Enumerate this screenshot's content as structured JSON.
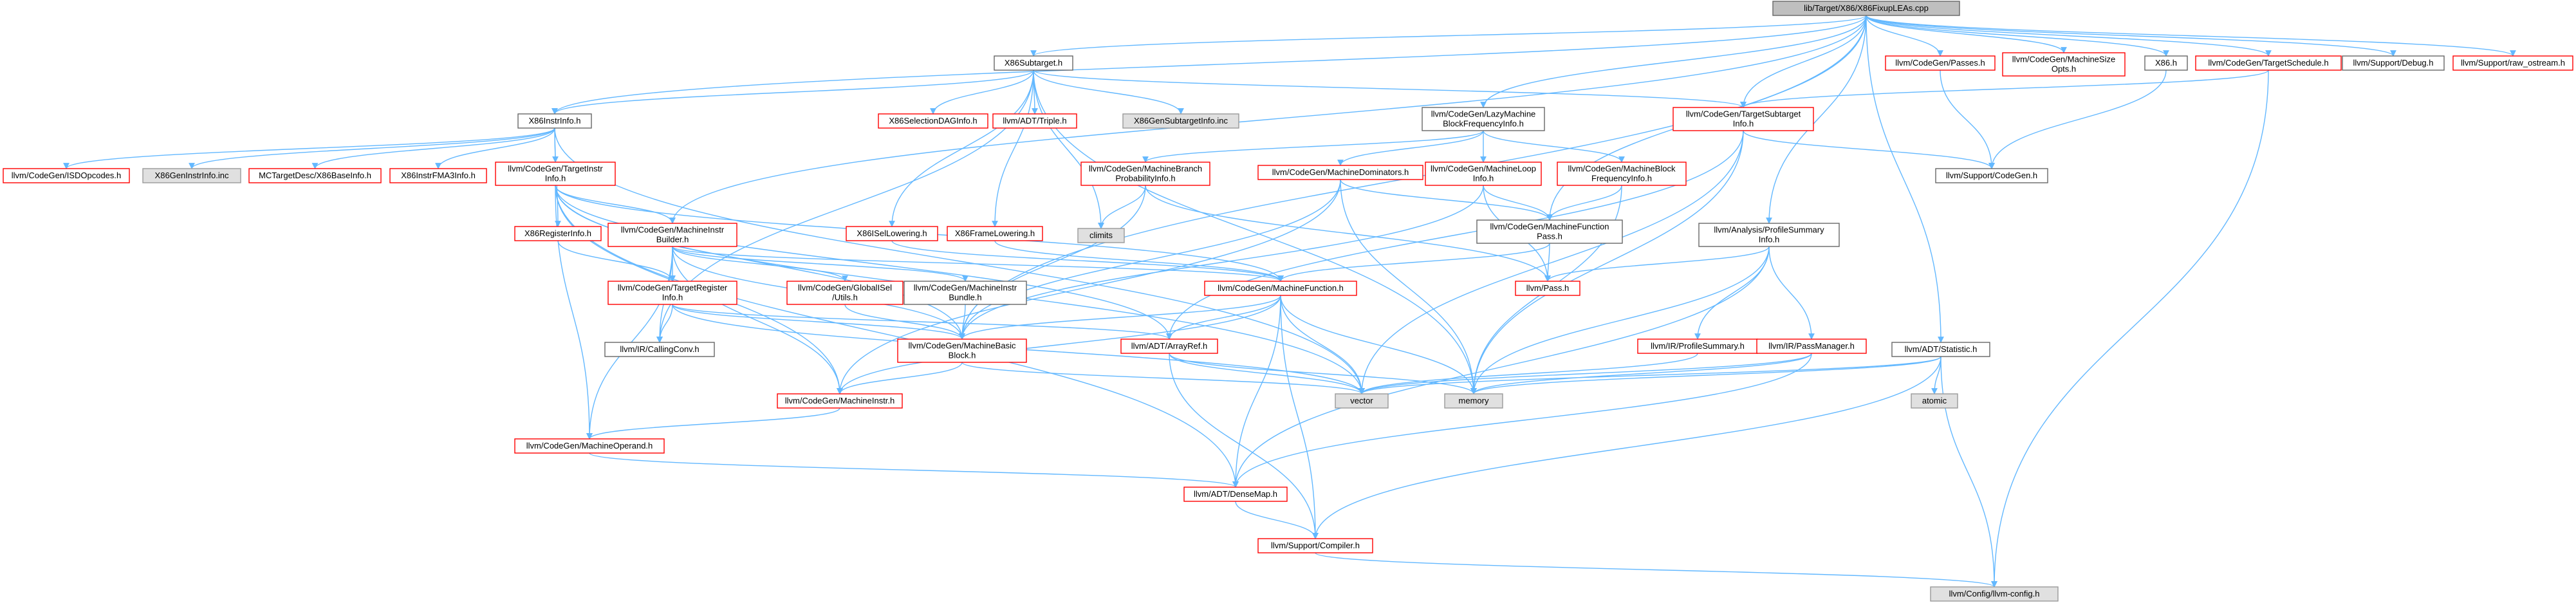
{
  "graph": {
    "colors": {
      "root_fill": "#bfbfbf",
      "root_stroke": "#666666",
      "red_stroke": "#ff0000",
      "black_stroke": "#666666",
      "grey_fill": "#e0e0e0",
      "grey_stroke": "#999999",
      "edge": "#63b8ff"
    },
    "nodes": [
      {
        "id": "root",
        "lines": [
          "lib/Target/X86/X86FixupLEAs.cpp"
        ],
        "style": "root"
      },
      {
        "id": "x86subtarget",
        "lines": [
          "X86Subtarget.h"
        ],
        "style": "black"
      },
      {
        "id": "x86instrinfo",
        "lines": [
          "X86InstrInfo.h"
        ],
        "style": "black"
      },
      {
        "id": "isdopcodes",
        "lines": [
          "llvm/CodeGen/ISDOpcodes.h"
        ],
        "style": "red"
      },
      {
        "id": "x86geninstrinfo",
        "lines": [
          "X86GenInstrInfo.inc"
        ],
        "style": "grey"
      },
      {
        "id": "mcx86baseinfo",
        "lines": [
          "MCTargetDesc/X86BaseInfo.h"
        ],
        "style": "red"
      },
      {
        "id": "x86instrfma3",
        "lines": [
          "X86InstrFMA3Info.h"
        ],
        "style": "red"
      },
      {
        "id": "targetinstrinfo",
        "lines": [
          "llvm/CodeGen/TargetInstr",
          "Info.h"
        ],
        "style": "red"
      },
      {
        "id": "x86registerinfo",
        "lines": [
          "X86RegisterInfo.h"
        ],
        "style": "red"
      },
      {
        "id": "machineinstrbuilder",
        "lines": [
          "llvm/CodeGen/MachineInstr",
          "Builder.h"
        ],
        "style": "red"
      },
      {
        "id": "targetregisterinfo",
        "lines": [
          "llvm/CodeGen/TargetRegister",
          "Info.h"
        ],
        "style": "red"
      },
      {
        "id": "globalisel",
        "lines": [
          "llvm/CodeGen/GlobalISel",
          "/Utils.h"
        ],
        "style": "red"
      },
      {
        "id": "mibundle",
        "lines": [
          "llvm/CodeGen/MachineInstr",
          "Bundle.h"
        ],
        "style": "black"
      },
      {
        "id": "callingconv",
        "lines": [
          "llvm/IR/CallingConv.h"
        ],
        "style": "black"
      },
      {
        "id": "mbb",
        "lines": [
          "llvm/CodeGen/MachineBasic",
          "Block.h"
        ],
        "style": "red"
      },
      {
        "id": "machineinstr",
        "lines": [
          "llvm/CodeGen/MachineInstr.h"
        ],
        "style": "red"
      },
      {
        "id": "machineoperand",
        "lines": [
          "llvm/CodeGen/MachineOperand.h"
        ],
        "style": "red"
      },
      {
        "id": "x86selectiondag",
        "lines": [
          "X86SelectionDAGInfo.h"
        ],
        "style": "red"
      },
      {
        "id": "triple",
        "lines": [
          "llvm/ADT/Triple.h"
        ],
        "style": "red"
      },
      {
        "id": "x86gensubtarget",
        "lines": [
          "X86GenSubtargetInfo.inc"
        ],
        "style": "grey"
      },
      {
        "id": "climits",
        "lines": [
          "climits"
        ],
        "style": "grey"
      },
      {
        "id": "x86isellowering",
        "lines": [
          "X86ISelLowering.h"
        ],
        "style": "red"
      },
      {
        "id": "x86framelowering",
        "lines": [
          "X86FrameLowering.h"
        ],
        "style": "red"
      },
      {
        "id": "mbpi",
        "lines": [
          "llvm/CodeGen/MachineBranch",
          "ProbabilityInfo.h"
        ],
        "style": "red"
      },
      {
        "id": "lazymbfi",
        "lines": [
          "llvm/CodeGen/LazyMachine",
          "BlockFrequencyInfo.h"
        ],
        "style": "black"
      },
      {
        "id": "machinedominators",
        "lines": [
          "llvm/CodeGen/MachineDominators.h"
        ],
        "style": "red"
      },
      {
        "id": "machineloopinfo",
        "lines": [
          "llvm/CodeGen/MachineLoop",
          "Info.h"
        ],
        "style": "red"
      },
      {
        "id": "mbfi",
        "lines": [
          "llvm/CodeGen/MachineBlock",
          "FrequencyInfo.h"
        ],
        "style": "red"
      },
      {
        "id": "mfpass",
        "lines": [
          "llvm/CodeGen/MachineFunction",
          "Pass.h"
        ],
        "style": "black"
      },
      {
        "id": "machinefunction",
        "lines": [
          "llvm/CodeGen/MachineFunction.h"
        ],
        "style": "red"
      },
      {
        "id": "arrayref",
        "lines": [
          "llvm/ADT/ArrayRef.h"
        ],
        "style": "red"
      },
      {
        "id": "vector",
        "lines": [
          "vector"
        ],
        "style": "grey"
      },
      {
        "id": "memory",
        "lines": [
          "memory"
        ],
        "style": "grey"
      },
      {
        "id": "densemap",
        "lines": [
          "llvm/ADT/DenseMap.h"
        ],
        "style": "red"
      },
      {
        "id": "compiler",
        "lines": [
          "llvm/Support/Compiler.h"
        ],
        "style": "red"
      },
      {
        "id": "llvmconfig",
        "lines": [
          "llvm/Config/llvm-config.h"
        ],
        "style": "grey"
      },
      {
        "id": "targetsubtarget",
        "lines": [
          "llvm/CodeGen/TargetSubtarget",
          "Info.h"
        ],
        "style": "red"
      },
      {
        "id": "pass",
        "lines": [
          "llvm/Pass.h"
        ],
        "style": "red"
      },
      {
        "id": "profilesummaryinfo",
        "lines": [
          "llvm/Analysis/ProfileSummary",
          "Info.h"
        ],
        "style": "black"
      },
      {
        "id": "irprofilesummary",
        "lines": [
          "llvm/IR/ProfileSummary.h"
        ],
        "style": "red"
      },
      {
        "id": "passmanager",
        "lines": [
          "llvm/IR/PassManager.h"
        ],
        "style": "red"
      },
      {
        "id": "codegenpasses",
        "lines": [
          "llvm/CodeGen/Passes.h"
        ],
        "style": "red"
      },
      {
        "id": "machinesizeopts",
        "lines": [
          "llvm/CodeGen/MachineSize",
          "Opts.h"
        ],
        "style": "red"
      },
      {
        "id": "x86h",
        "lines": [
          "X86.h"
        ],
        "style": "black"
      },
      {
        "id": "supportcodegen",
        "lines": [
          "llvm/Support/CodeGen.h"
        ],
        "style": "black"
      },
      {
        "id": "targetschedule",
        "lines": [
          "llvm/CodeGen/TargetSchedule.h"
        ],
        "style": "red"
      },
      {
        "id": "debug",
        "lines": [
          "llvm/Support/Debug.h"
        ],
        "style": "black"
      },
      {
        "id": "rawostream",
        "lines": [
          "llvm/Support/raw_ostream.h"
        ],
        "style": "red"
      },
      {
        "id": "statistic",
        "lines": [
          "llvm/ADT/Statistic.h"
        ],
        "style": "black"
      },
      {
        "id": "atomic",
        "lines": [
          "atomic"
        ],
        "style": "grey"
      }
    ],
    "edges": [
      [
        "root",
        "x86subtarget"
      ],
      [
        "root",
        "x86instrinfo"
      ],
      [
        "root",
        "machineinstrbuilder"
      ],
      [
        "root",
        "lazymbfi"
      ],
      [
        "root",
        "mfpass"
      ],
      [
        "root",
        "profilesummaryinfo"
      ],
      [
        "root",
        "codegenpasses"
      ],
      [
        "root",
        "machinesizeopts"
      ],
      [
        "root",
        "x86h"
      ],
      [
        "root",
        "targetschedule"
      ],
      [
        "root",
        "debug"
      ],
      [
        "root",
        "rawostream"
      ],
      [
        "root",
        "statistic"
      ],
      [
        "root",
        "targetsubtarget"
      ],
      [
        "root",
        "mbb"
      ],
      [
        "x86subtarget",
        "x86instrinfo"
      ],
      [
        "x86subtarget",
        "x86selectiondag"
      ],
      [
        "x86subtarget",
        "triple"
      ],
      [
        "x86subtarget",
        "x86gensubtarget"
      ],
      [
        "x86subtarget",
        "climits"
      ],
      [
        "x86subtarget",
        "x86isellowering"
      ],
      [
        "x86subtarget",
        "x86framelowering"
      ],
      [
        "x86subtarget",
        "targetsubtarget"
      ],
      [
        "x86subtarget",
        "memory"
      ],
      [
        "x86subtarget",
        "callingconv"
      ],
      [
        "x86instrinfo",
        "isdopcodes"
      ],
      [
        "x86instrinfo",
        "x86geninstrinfo"
      ],
      [
        "x86instrinfo",
        "mcx86baseinfo"
      ],
      [
        "x86instrinfo",
        "x86instrfma3"
      ],
      [
        "x86instrinfo",
        "targetinstrinfo"
      ],
      [
        "x86instrinfo",
        "x86registerinfo"
      ],
      [
        "x86instrinfo",
        "vector"
      ],
      [
        "targetinstrinfo",
        "machineinstrbuilder"
      ],
      [
        "targetinstrinfo",
        "mbb"
      ],
      [
        "targetinstrinfo",
        "machineinstr"
      ],
      [
        "targetinstrinfo",
        "machineoperand"
      ],
      [
        "targetinstrinfo",
        "densemap"
      ],
      [
        "targetinstrinfo",
        "arrayref"
      ],
      [
        "targetinstrinfo",
        "machinefunction"
      ],
      [
        "targetinstrinfo",
        "vector"
      ],
      [
        "x86registerinfo",
        "targetregisterinfo"
      ],
      [
        "machineinstrbuilder",
        "globalisel"
      ],
      [
        "machineinstrbuilder",
        "mibundle"
      ],
      [
        "machineinstrbuilder",
        "mbb"
      ],
      [
        "machineinstrbuilder",
        "machineinstr"
      ],
      [
        "machineinstrbuilder",
        "machineoperand"
      ],
      [
        "machineinstrbuilder",
        "machinefunction"
      ],
      [
        "machineinstrbuilder",
        "targetregisterinfo"
      ],
      [
        "machineinstrbuilder",
        "callingconv"
      ],
      [
        "targetregisterinfo",
        "callingconv"
      ],
      [
        "targetregisterinfo",
        "mbb"
      ],
      [
        "targetregisterinfo",
        "arrayref"
      ],
      [
        "targetregisterinfo",
        "vector"
      ],
      [
        "globalisel",
        "mbb"
      ],
      [
        "mibundle",
        "mbb"
      ],
      [
        "mbb",
        "machineinstr"
      ],
      [
        "mbb",
        "vector"
      ],
      [
        "machineinstr",
        "machineoperand"
      ],
      [
        "machineoperand",
        "densemap"
      ],
      [
        "x86isellowering",
        "machinefunction"
      ],
      [
        "x86framelowering",
        "machinefunction"
      ],
      [
        "lazymbfi",
        "mbpi"
      ],
      [
        "lazymbfi",
        "machinedominators"
      ],
      [
        "lazymbfi",
        "machineloopinfo"
      ],
      [
        "lazymbfi",
        "mbfi"
      ],
      [
        "mbpi",
        "climits"
      ],
      [
        "mbpi",
        "pass"
      ],
      [
        "mbpi",
        "mbb"
      ],
      [
        "machinedominators",
        "mfpass"
      ],
      [
        "machinedominators",
        "mbb"
      ],
      [
        "machinedominators",
        "machineinstr"
      ],
      [
        "machinedominators",
        "memory"
      ],
      [
        "machineloopinfo",
        "mfpass"
      ],
      [
        "machineloopinfo",
        "pass"
      ],
      [
        "machineloopinfo",
        "mbb"
      ],
      [
        "mbfi",
        "mfpass"
      ],
      [
        "mbfi",
        "memory"
      ],
      [
        "mfpass",
        "pass"
      ],
      [
        "mfpass",
        "machinefunction"
      ],
      [
        "machinefunction",
        "mbb"
      ],
      [
        "machinefunction",
        "arrayref"
      ],
      [
        "machinefunction",
        "densemap"
      ],
      [
        "machinefunction",
        "compiler"
      ],
      [
        "machinefunction",
        "vector"
      ],
      [
        "machinefunction",
        "memory"
      ],
      [
        "machinefunction",
        "machineinstr"
      ],
      [
        "arrayref",
        "compiler"
      ],
      [
        "arrayref",
        "vector"
      ],
      [
        "arrayref",
        "memory"
      ],
      [
        "densemap",
        "compiler"
      ],
      [
        "compiler",
        "llvmconfig"
      ],
      [
        "targetsubtarget",
        "supportcodegen"
      ],
      [
        "targetsubtarget",
        "arrayref"
      ],
      [
        "targetsubtarget",
        "vector"
      ],
      [
        "targetsubtarget",
        "memory"
      ],
      [
        "profilesummaryinfo",
        "pass"
      ],
      [
        "profilesummaryinfo",
        "irprofilesummary"
      ],
      [
        "profilesummaryinfo",
        "passmanager"
      ],
      [
        "profilesummaryinfo",
        "memory"
      ],
      [
        "profilesummaryinfo",
        "densemap"
      ],
      [
        "irprofilesummary",
        "vector"
      ],
      [
        "passmanager",
        "vector"
      ],
      [
        "passmanager",
        "memory"
      ],
      [
        "passmanager",
        "densemap"
      ],
      [
        "codegenpasses",
        "supportcodegen"
      ],
      [
        "x86h",
        "supportcodegen"
      ],
      [
        "targetschedule",
        "targetsubtarget"
      ],
      [
        "targetschedule",
        "llvmconfig"
      ],
      [
        "statistic",
        "atomic"
      ],
      [
        "statistic",
        "memory"
      ],
      [
        "statistic",
        "vector"
      ],
      [
        "statistic",
        "compiler"
      ],
      [
        "statistic",
        "llvmconfig"
      ]
    ]
  }
}
